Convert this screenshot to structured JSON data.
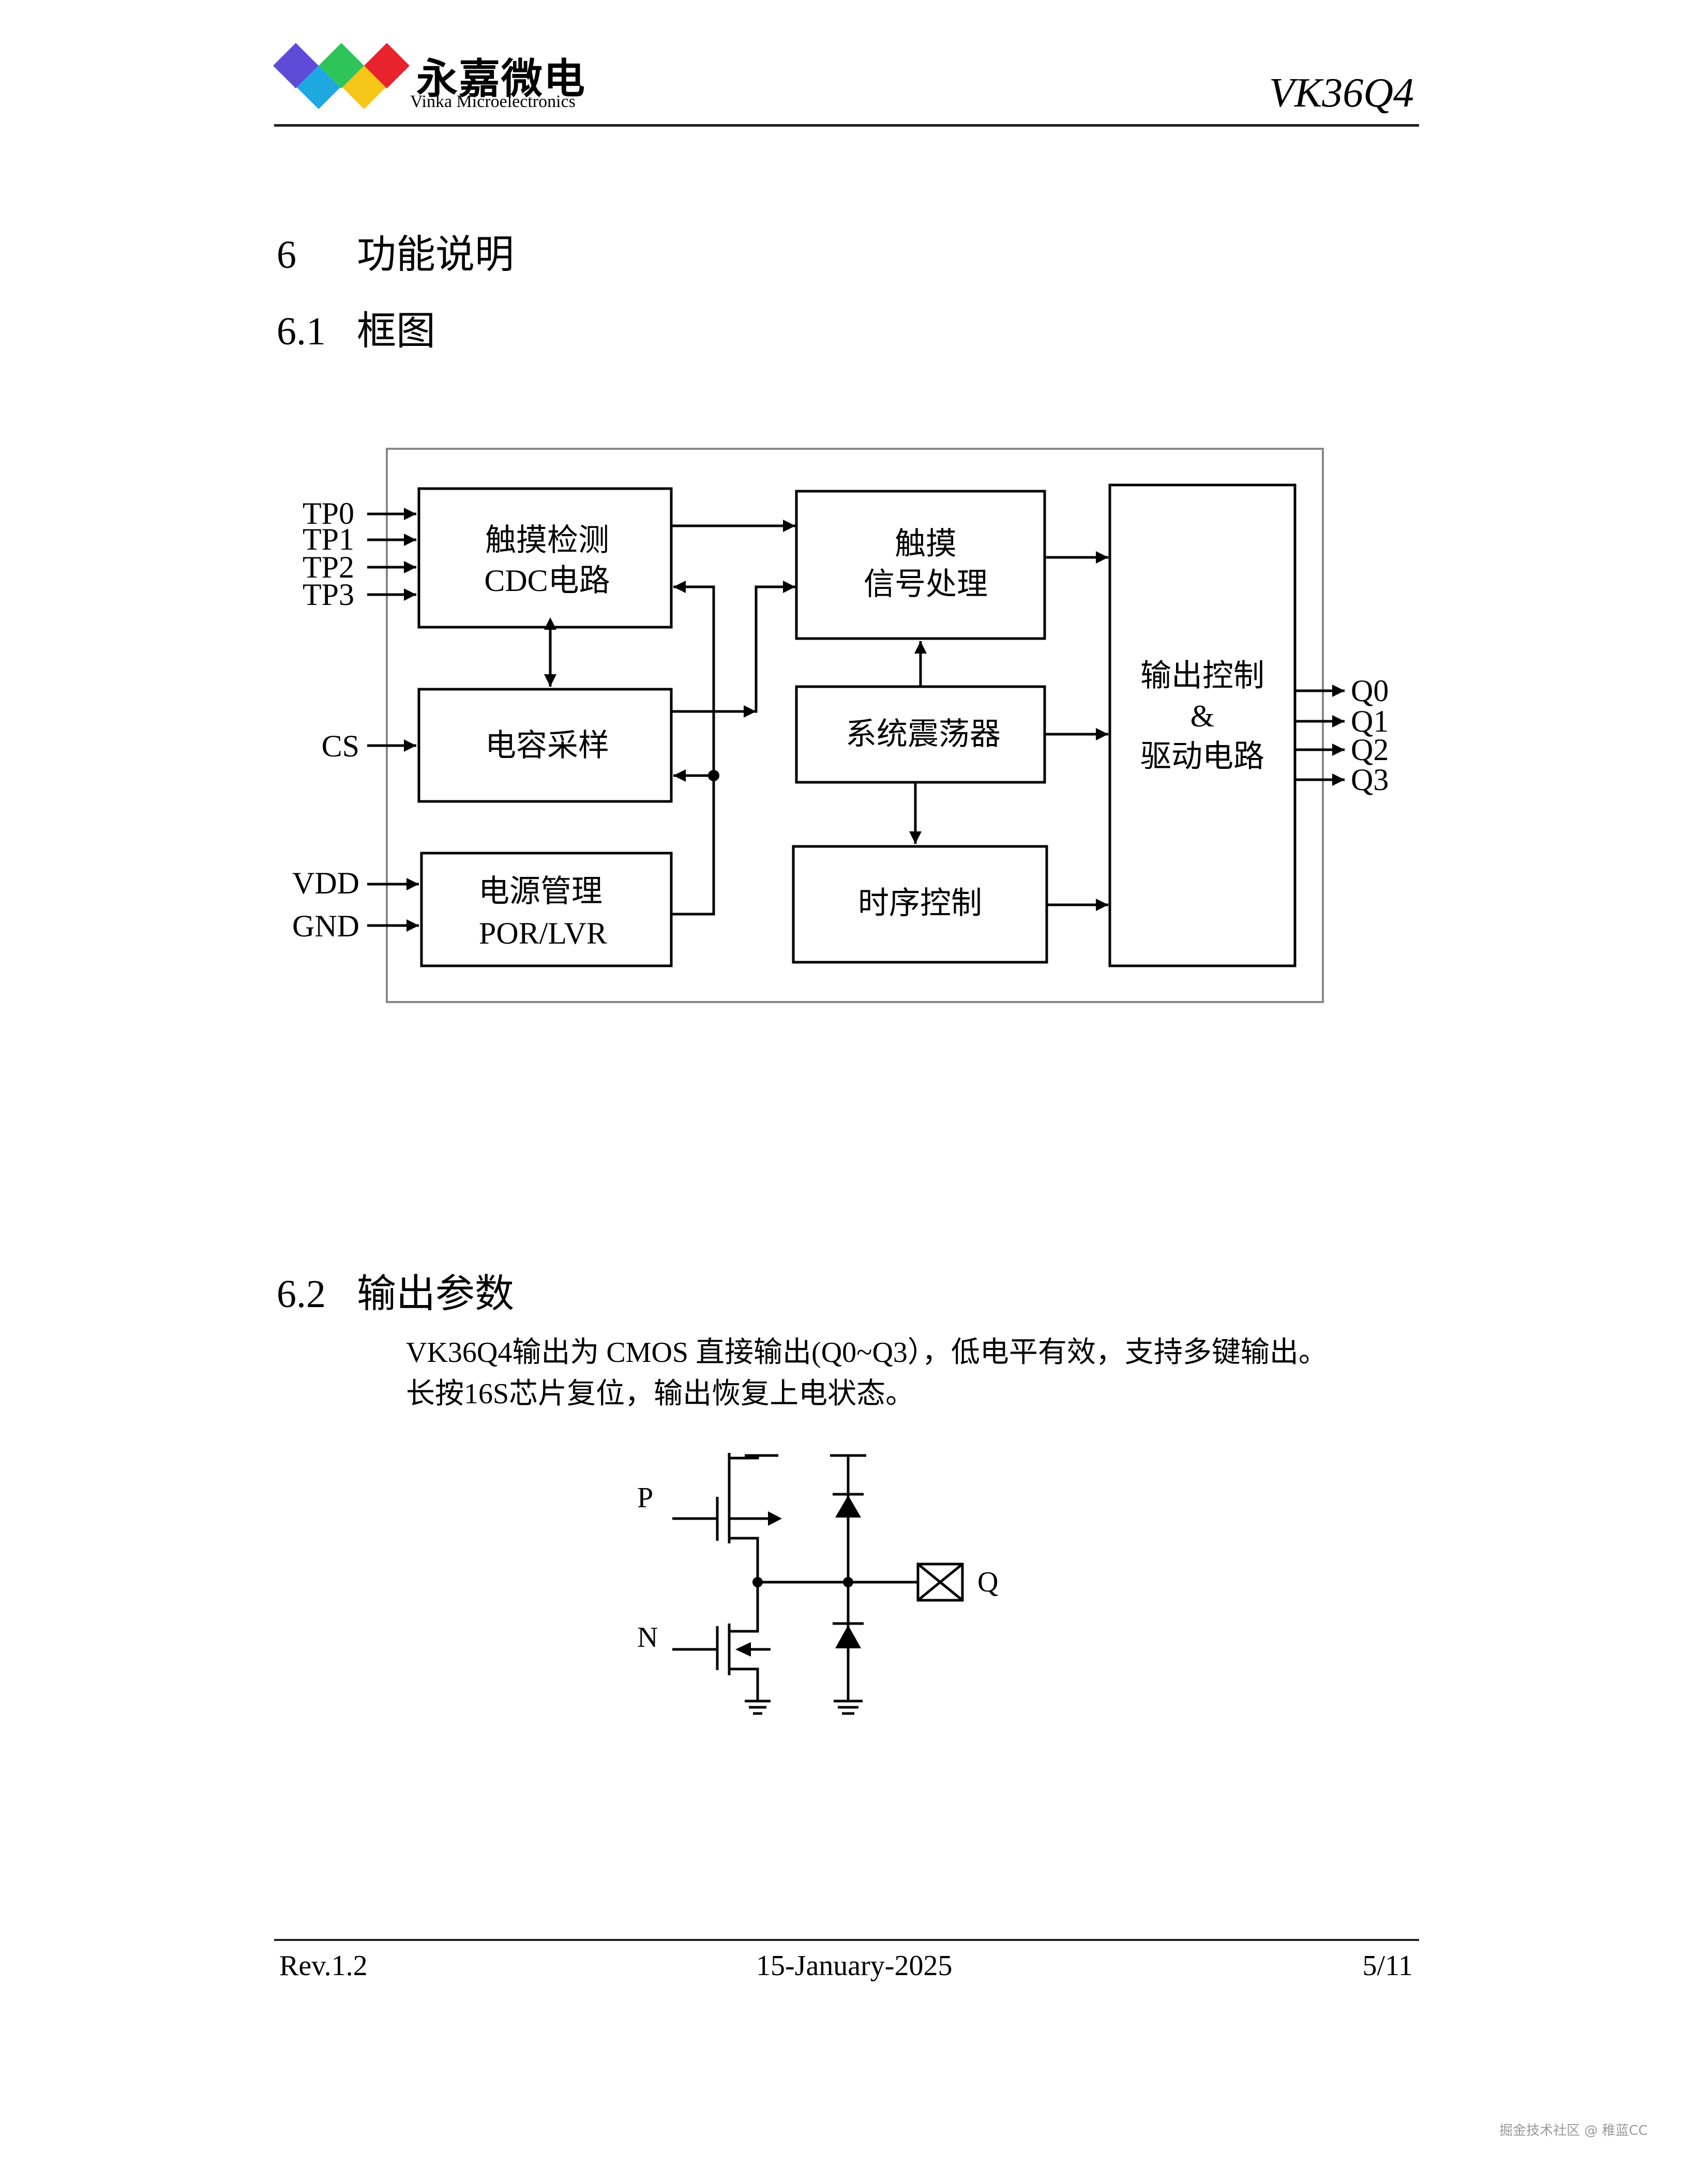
{
  "header": {
    "company_name": "永嘉微电",
    "company_en": "Vinka Microelectronics",
    "doc_code": "VK36Q4",
    "logo_colors": [
      "#5f4bd8",
      "#1fa8e0",
      "#2ec45a",
      "#f5c518",
      "#e8232d"
    ]
  },
  "section6": {
    "number": "6",
    "title": "功能说明"
  },
  "section61": {
    "number": "6.1",
    "title": "框图"
  },
  "block_diagram": {
    "inputs": {
      "tp0": "TP0",
      "tp1": "TP1",
      "tp2": "TP2",
      "tp3": "TP3",
      "cs": "CS",
      "vdd": "VDD",
      "gnd": "GND"
    },
    "blocks": {
      "touch_detect": [
        "触摸检测",
        "CDC电路"
      ],
      "cap_sample": "电容采样",
      "power": [
        "电源管理",
        "POR/LVR"
      ],
      "touch_signal": [
        "触摸",
        "信号处理"
      ],
      "oscillator": "系统震荡器",
      "timing": "时序控制",
      "output_ctrl": [
        "输出控制",
        "&",
        "驱动电路"
      ]
    },
    "outputs": {
      "q0": "Q0",
      "q1": "Q1",
      "q2": "Q2",
      "q3": "Q3"
    }
  },
  "section62": {
    "number": "6.2",
    "title": "输出参数",
    "line1": "VK36Q4输出为 CMOS 直接输出(Q0~Q3），低电平有效，支持多键输出。",
    "line2": "长按16S芯片复位，输出恢复上电状态。"
  },
  "circuit": {
    "p_label": "P",
    "n_label": "N",
    "q_label": "Q"
  },
  "footer": {
    "rev": "Rev.1.2",
    "date": "15-January-2025",
    "page": "5/11"
  },
  "watermark": "掘金技术社区 @ 稚蓝CC"
}
